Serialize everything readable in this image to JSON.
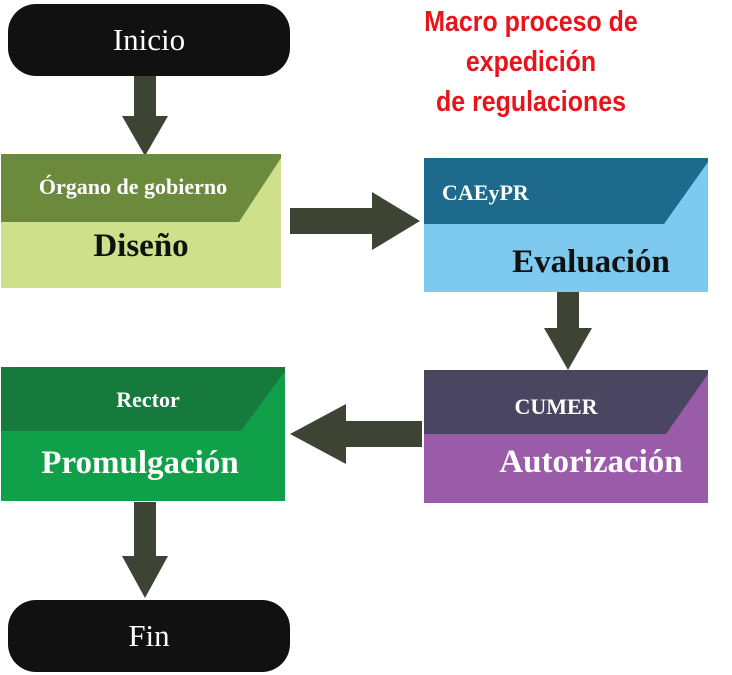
{
  "title": {
    "line1": "Macro proceso de expedición",
    "line2": "de regulaciones"
  },
  "start": {
    "label": "Inicio"
  },
  "end": {
    "label": "Fin"
  },
  "steps": [
    {
      "role": "Órgano de gobierno",
      "stage": "Diseño",
      "top_color": "#6b8a3c",
      "bottom_color": "#cfe08a"
    },
    {
      "role": "CAEyPR",
      "stage": "Evaluación",
      "top_color": "#1e6a8c",
      "bottom_color": "#7ec9ee"
    },
    {
      "role": "CUMER",
      "stage": "Autorización",
      "top_color": "#4a4560",
      "bottom_color": "#9a5ca8"
    },
    {
      "role": "Rector",
      "stage": "Promulgación",
      "top_color": "#167a3c",
      "bottom_color": "#10a04a"
    }
  ],
  "colors": {
    "title": "#e8141b",
    "arrow": "#3d4434",
    "terminal": "#111111"
  }
}
